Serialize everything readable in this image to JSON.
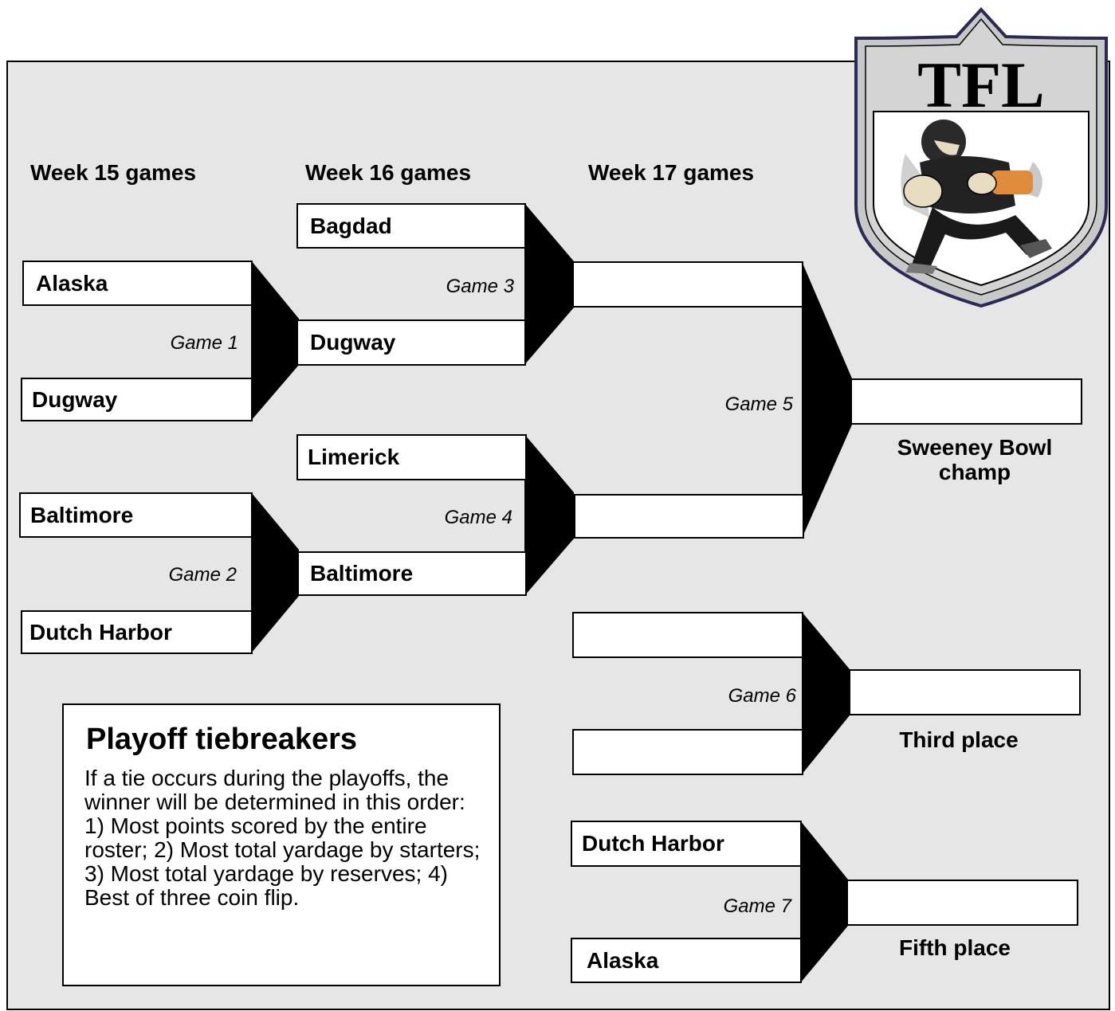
{
  "weeks": {
    "w15": "Week 15 games",
    "w16": "Week 16 games",
    "w17": "Week 17 games"
  },
  "games": {
    "g1": "Game 1",
    "g2": "Game 2",
    "g3": "Game 3",
    "g4": "Game 4",
    "g5": "Game 5",
    "g6": "Game 6",
    "g7": "Game 7"
  },
  "slots": {
    "g1_top": "Alaska",
    "g1_bottom": "Dugway",
    "g2_top": "Baltimore",
    "g2_bottom": "Dutch Harbor",
    "g3_top": "Bagdad",
    "g3_bottom": "Dugway",
    "g4_top": "Limerick",
    "g4_bottom": "Baltimore",
    "g5_top": "",
    "g5_bottom": "",
    "champion": "",
    "g6_top": "",
    "g6_bottom": "",
    "third": "",
    "g7_top": "Dutch Harbor",
    "g7_bottom": "Alaska",
    "fifth": ""
  },
  "places": {
    "champ": "Sweeney Bowl champ",
    "third": "Third place",
    "fifth": "Fifth place"
  },
  "tiebreakers": {
    "title": "Playoff tiebreakers",
    "body": "If a tie occurs during the playoffs, the winner will be determined in this order: 1) Most points scored by the entire roster; 2) Most total yardage by starters; 3) Most total yardage by reserves; 4) Best of three coin flip."
  },
  "logo": {
    "text": "TFL",
    "icon": "shield-football-player-icon"
  }
}
